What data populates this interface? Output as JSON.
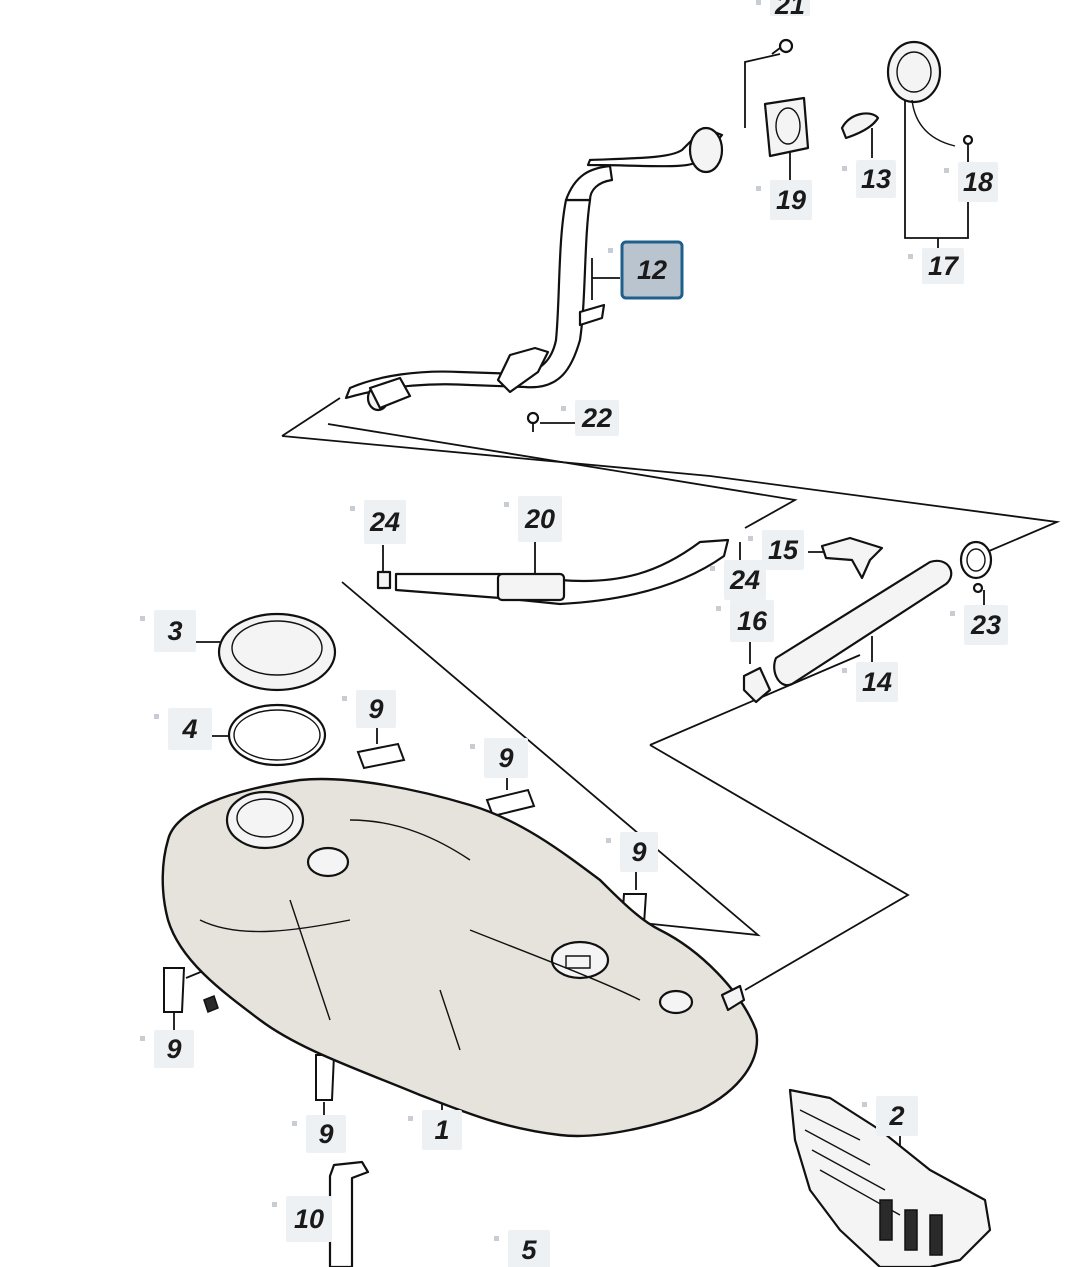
{
  "callouts": [
    {
      "id": "c21a",
      "text": "21"
    },
    {
      "id": "c12",
      "text": "12"
    },
    {
      "id": "c19",
      "text": "19"
    },
    {
      "id": "c13",
      "text": "13"
    },
    {
      "id": "c18",
      "text": "18"
    },
    {
      "id": "c17",
      "text": "17"
    },
    {
      "id": "c22",
      "text": "22"
    },
    {
      "id": "c24a",
      "text": "24"
    },
    {
      "id": "c20",
      "text": "20"
    },
    {
      "id": "c15",
      "text": "15"
    },
    {
      "id": "c24b",
      "text": "24"
    },
    {
      "id": "c16",
      "text": "16"
    },
    {
      "id": "c23",
      "text": "23"
    },
    {
      "id": "c14",
      "text": "14"
    },
    {
      "id": "c3",
      "text": "3"
    },
    {
      "id": "c4",
      "text": "4"
    },
    {
      "id": "c9a",
      "text": "9"
    },
    {
      "id": "c9b",
      "text": "9"
    },
    {
      "id": "c9c",
      "text": "9"
    },
    {
      "id": "c9d",
      "text": "9"
    },
    {
      "id": "c9e",
      "text": "9"
    },
    {
      "id": "c1",
      "text": "1"
    },
    {
      "id": "c2",
      "text": "2"
    },
    {
      "id": "c10",
      "text": "10"
    },
    {
      "id": "c5",
      "text": "5"
    }
  ],
  "selected_callout": "12"
}
